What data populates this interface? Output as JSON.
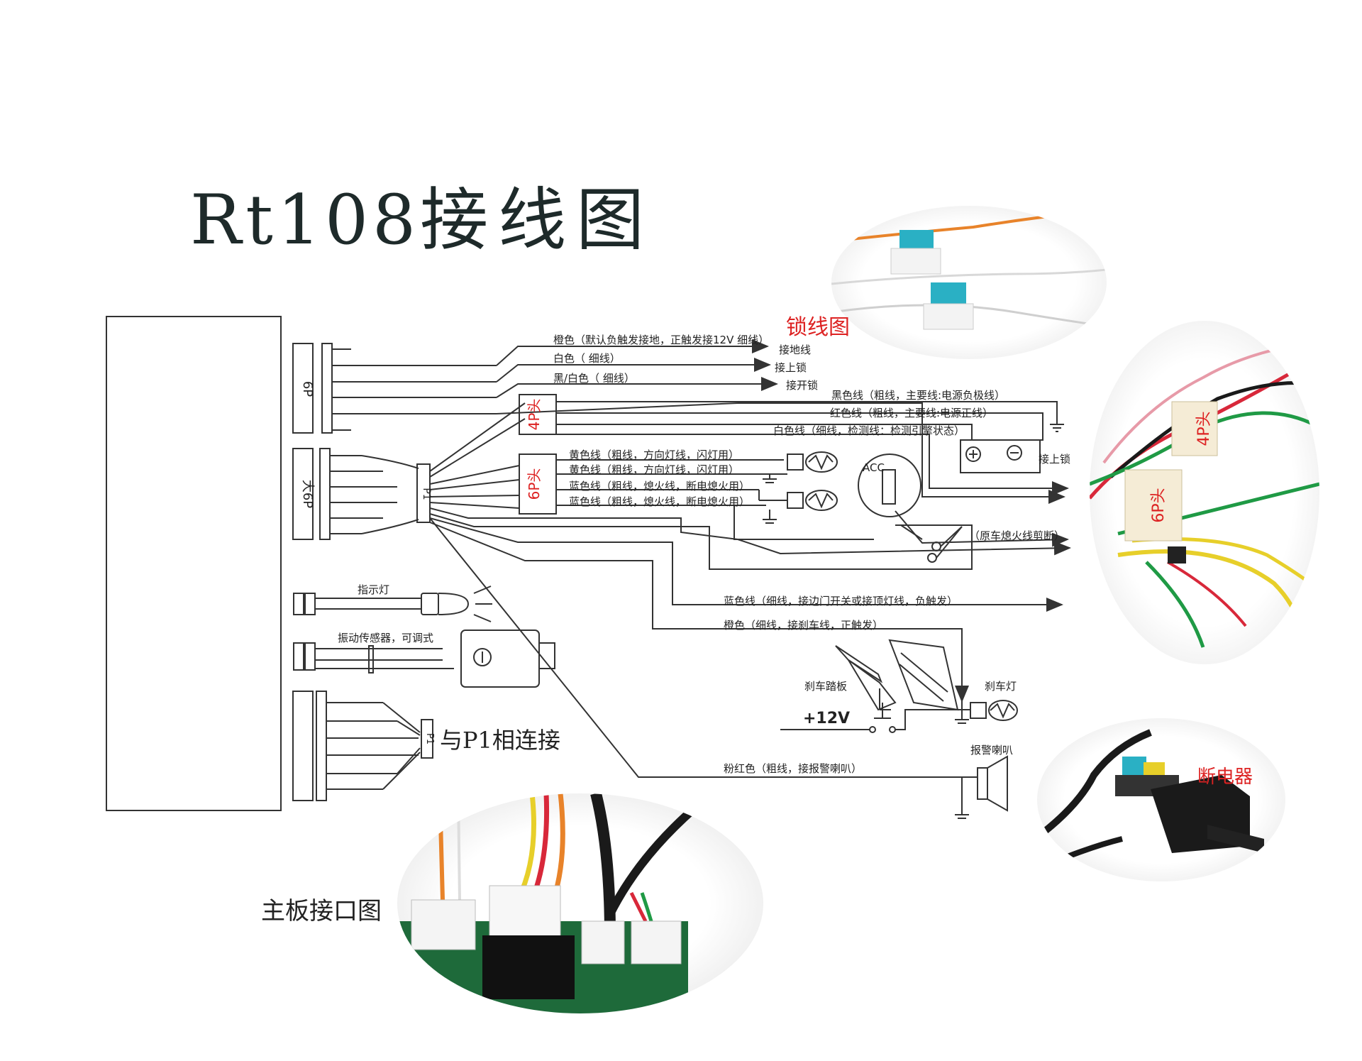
{
  "title": {
    "latin": "Rt108",
    "cjk": "接线图"
  },
  "connectors": {
    "p6": "6P",
    "big6p": "大6P",
    "p1": "P1",
    "p1_second": "P1",
    "h4p": "4P头",
    "h6p": "6P头"
  },
  "wires": {
    "orange_default": "橙色（默认负触发接地，正触发接12V 细线）",
    "white_thin": "白色（  细线）",
    "black_white": "黑/白色（  细线）",
    "to_ground": "接地线",
    "to_lock": "接上锁",
    "to_unlock": "接开锁",
    "black_main": "黑色线（粗线，主要线:电源负极线）",
    "red_main": "红色线（粗线，主要线:电源正线）",
    "white_detect": "白色线（细线，检测线：检测引擎状态）",
    "yellow1": "黄色线（粗线，方向灯线，闪灯用）",
    "yellow2": "黄色线（粗线，方向灯线，闪灯用）",
    "blue1": "蓝色线（粗线，熄火线，断电熄火用）",
    "blue2": "蓝色线（粗线，熄火线，断电熄火用）",
    "cut_original": "（原车熄火线剪断）",
    "blue_thin": "蓝色线（细线，接边门开关或接顶灯线，负触发）",
    "orange_brake": "橙色（细线，接刹车线，正触发）",
    "pink_red": "粉红色（粗线，接报警喇叭）",
    "battery_label": "接上锁"
  },
  "components": {
    "indicator": "指示灯",
    "vibration": "振动传感器，可调式",
    "p1_connect": "与P1相连接",
    "acc": "ACC",
    "brake_pedal": "刹车踏板",
    "brake_light": "刹车灯",
    "v12": "+12V",
    "horn": "报警喇叭"
  },
  "photos": {
    "lock_wire": "锁线图",
    "breaker": "断电器",
    "board": "主板接口图",
    "plug4p": "4P头",
    "plug6p": "6P头"
  },
  "colors": {
    "line": "#333333",
    "label_red": "#d22222",
    "wire_orange": "#e8832a",
    "wire_red": "#d8283a",
    "wire_green": "#1f9a45",
    "wire_yellow": "#e7cf2a",
    "wire_black": "#1a1a1a",
    "clip_blue": "#2ab0c4"
  }
}
